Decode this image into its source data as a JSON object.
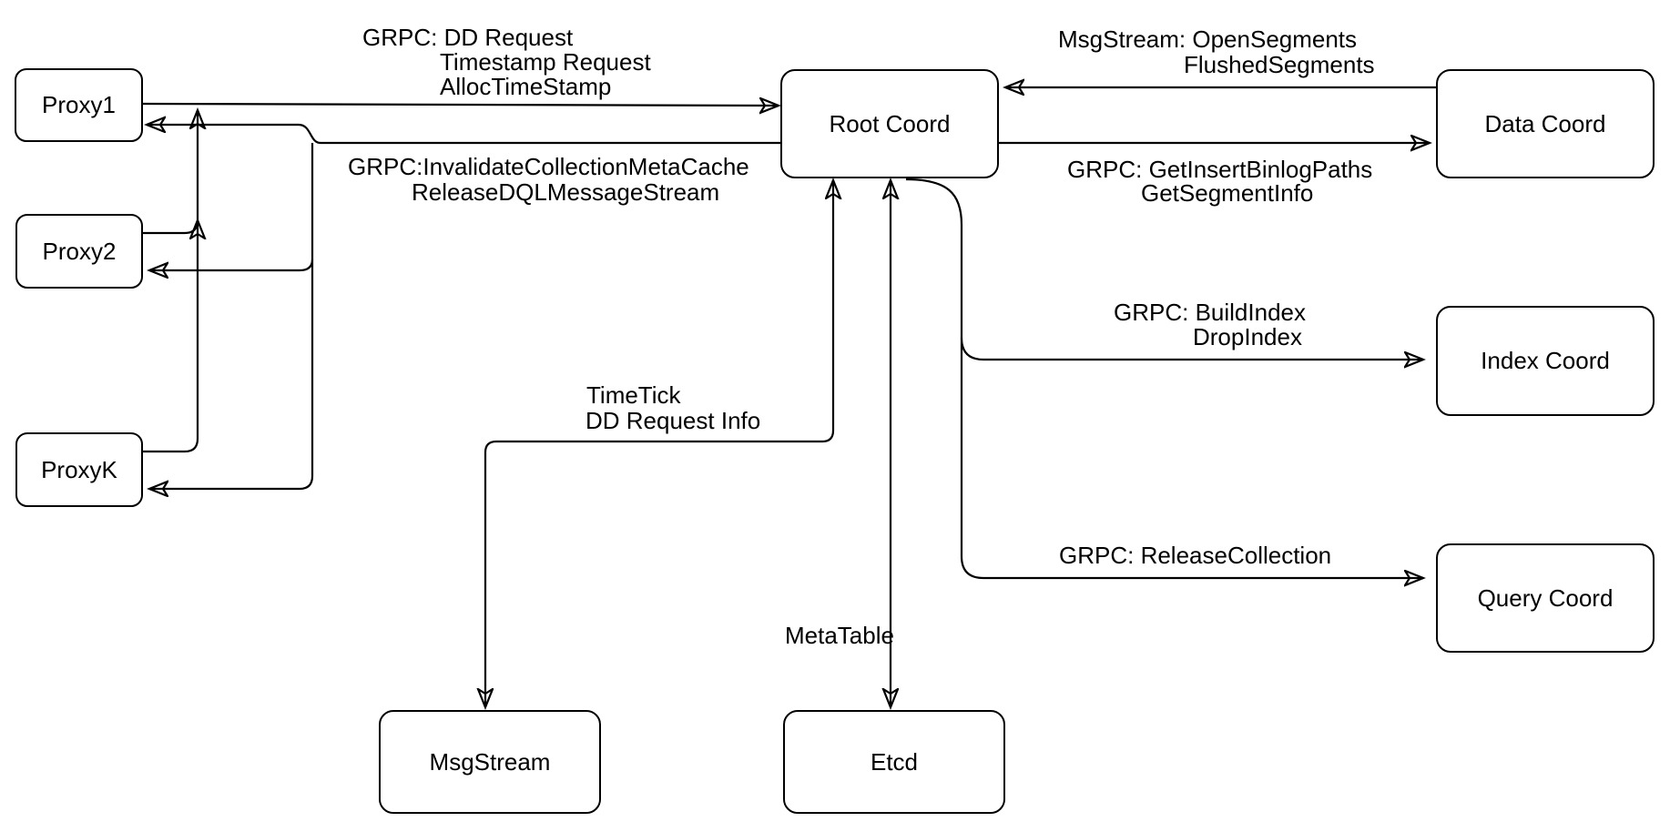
{
  "canvas": {
    "background_color": "#ffffff",
    "stroke_color": "#000000"
  },
  "nodes": {
    "proxy1": {
      "label": "Proxy1"
    },
    "proxy2": {
      "label": "Proxy2"
    },
    "proxyk": {
      "label": "ProxyK"
    },
    "root_coord": {
      "label": "Root Coord"
    },
    "data_coord": {
      "label": "Data Coord"
    },
    "index_coord": {
      "label": "Index Coord"
    },
    "query_coord": {
      "label": "Query Coord"
    },
    "msgstream": {
      "label": "MsgStream"
    },
    "etcd": {
      "label": "Etcd"
    }
  },
  "edge_labels": {
    "proxy_to_root": {
      "line1": "GRPC: DD Request",
      "line2": "Timestamp Request",
      "line3": "AllocTimeStamp"
    },
    "root_to_proxy": {
      "line1": "GRPC:InvalidateCollectionMetaCache",
      "line2": "ReleaseDQLMessageStream"
    },
    "data_to_root": {
      "line1": "MsgStream: OpenSegments",
      "line2": "FlushedSegments"
    },
    "root_to_data": {
      "line1": "GRPC: GetInsertBinlogPaths",
      "line2": "GetSegmentInfo"
    },
    "root_to_index": {
      "line1": "GRPC: BuildIndex",
      "line2": "DropIndex"
    },
    "root_to_query": {
      "line1": "GRPC: ReleaseCollection"
    },
    "root_to_msgstream": {
      "line1": "TimeTick",
      "line2": "DD Request Info"
    },
    "root_to_etcd": {
      "line1": "MetaTable"
    }
  }
}
